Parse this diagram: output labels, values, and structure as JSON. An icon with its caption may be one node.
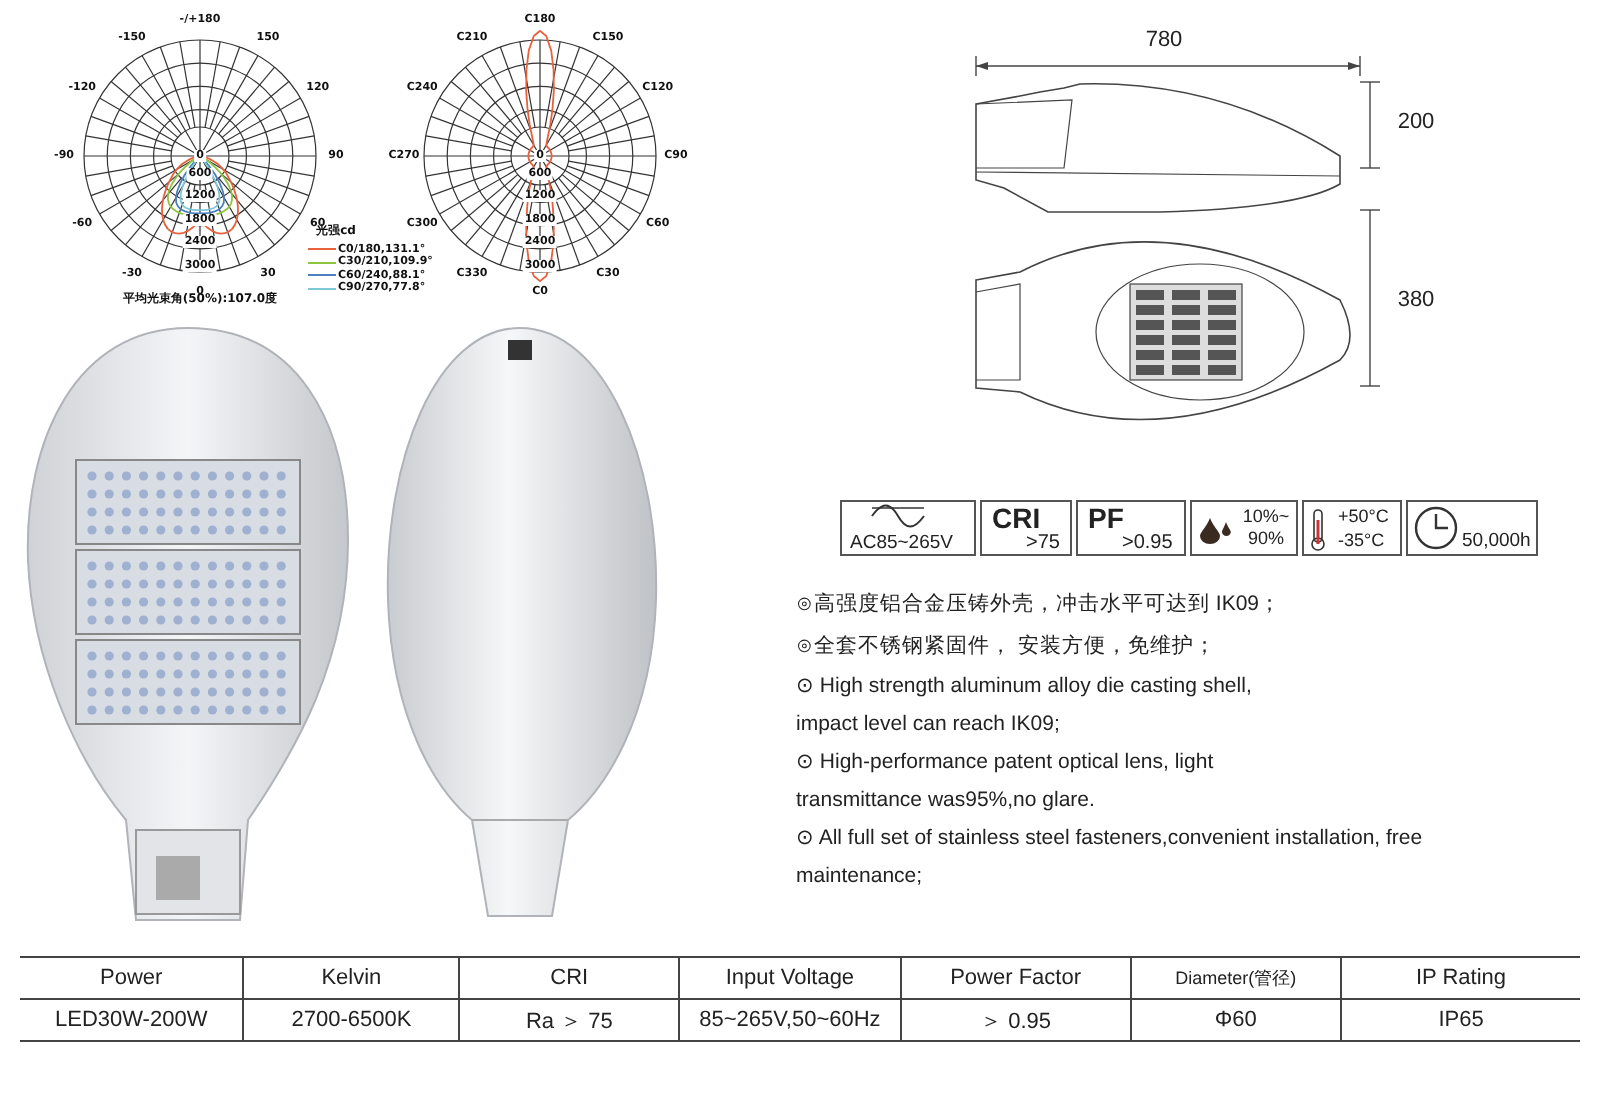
{
  "diagram": {
    "nodes": [
      {
        "text": [
          "AC85~265V"
        ]
      },
      {
        "text": [
          "CRI",
          ">75"
        ]
      },
      {
        "text": [
          "PF",
          ">0.95"
        ]
      },
      {
        "text": [
          "10%~ 90%"
        ]
      },
      {
        "text": [
          "+50°C",
          "-35°C"
        ]
      },
      {
        "text": [
          "50,000h"
        ]
      }
    ],
    "labels": [
      "-/+180",
      "-150",
      "150",
      "-120",
      "120",
      "-90",
      "90",
      "-60",
      "60",
      "-30",
      "30",
      "0",
      "0",
      "600",
      "1200",
      "1800",
      "2400",
      "3000",
      "光强cd",
      "平均光束角(50%):107.0度",
      "C180",
      "C210",
      "C150",
      "C240",
      "C120",
      "C270",
      "C90",
      "C300",
      "C60",
      "C330",
      "C30",
      "C0",
      "0",
      "600",
      "1200",
      "1800",
      "2400",
      "3000",
      "780",
      "200",
      "380",
      "⊙高强度铝合金压铸外壳，冲击水平可达到 IK09；",
      "⊙全套不锈钢紧固件， 安装方便，免维护；",
      "⊙ High strength aluminum alloy die casting shell, impact level can reach IK09;",
      "⊙ High-performance patent optical lens, light transmittance was95%,no glare.",
      "⊙ All full set of stainless steel fasteners,convenient installation, free maintenance;",
      "Power",
      "Kelvin",
      "CRI",
      "Input Voltage",
      "Power Factor",
      "Diameter(管径)",
      "IP Rating",
      "LED30W-200W",
      "2700-6500K",
      "Ra ＞ 75",
      "85~265V,50~60Hz",
      "＞ 0.95",
      "Φ60",
      "IP65"
    ],
    "legend": [
      {
        "text": "C0/180,131.1°"
      },
      {
        "text": "C30/210,109.9°"
      },
      {
        "text": "C60/240,88.1°"
      },
      {
        "text": "C90/270,77.8°"
      }
    ]
  }
}
